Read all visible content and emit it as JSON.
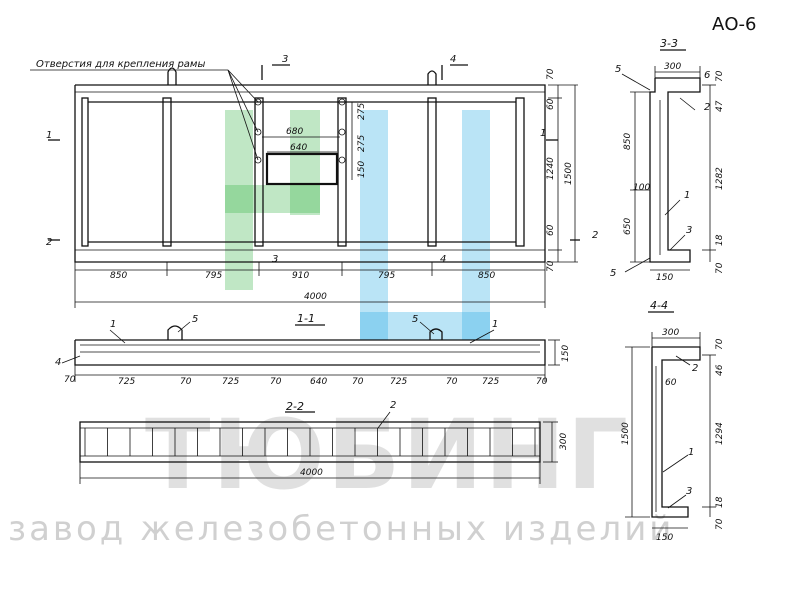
{
  "product_code": "АО-6",
  "note_label": "Отверстия для крепления рамы",
  "watermark": {
    "brand": "ТЮБИНГ",
    "tagline": "завод железобетонных изделий",
    "colors": [
      "#3cb44b",
      "#29aae2"
    ]
  },
  "front": {
    "cut_marks": [
      "1",
      "2",
      "3",
      "4"
    ],
    "bottom_dims": [
      "850",
      "795",
      "910",
      "795",
      "850"
    ],
    "overall_width": "4000",
    "opening_dims": [
      "680",
      "640"
    ],
    "opening_side_dims": [
      "275",
      "275",
      "150"
    ],
    "right_dims": [
      "70",
      "60",
      "1240",
      "60",
      "70"
    ],
    "overall_height": "1500"
  },
  "section_11": {
    "title": "1-1",
    "callouts": [
      "1",
      "5",
      "5",
      "1",
      "4"
    ],
    "dims": [
      "70",
      "725",
      "70",
      "725",
      "70",
      "640",
      "70",
      "725",
      "70",
      "725",
      "70"
    ],
    "height": "150"
  },
  "section_22": {
    "title": "2-2",
    "callout": "2",
    "width": "4000",
    "height": "300"
  },
  "section_33": {
    "title": "3-3",
    "callouts": [
      "5",
      "6",
      "2",
      "1",
      "3",
      "5"
    ],
    "top_width": "300",
    "top_dims": [
      "70",
      "47"
    ],
    "left_dims": [
      "850",
      "650"
    ],
    "mid_dim": "100",
    "right_dims": [
      "1282",
      "18",
      "70"
    ],
    "bottom_width": "150"
  },
  "section_44": {
    "title": "4-4",
    "callouts": [
      "2",
      "1",
      "3"
    ],
    "top_width": "300",
    "top_dims": [
      "70",
      "46"
    ],
    "mid_dim": "60",
    "left_dim": "1500",
    "right_dims": [
      "1294",
      "18",
      "70"
    ],
    "bottom_width": "150"
  }
}
